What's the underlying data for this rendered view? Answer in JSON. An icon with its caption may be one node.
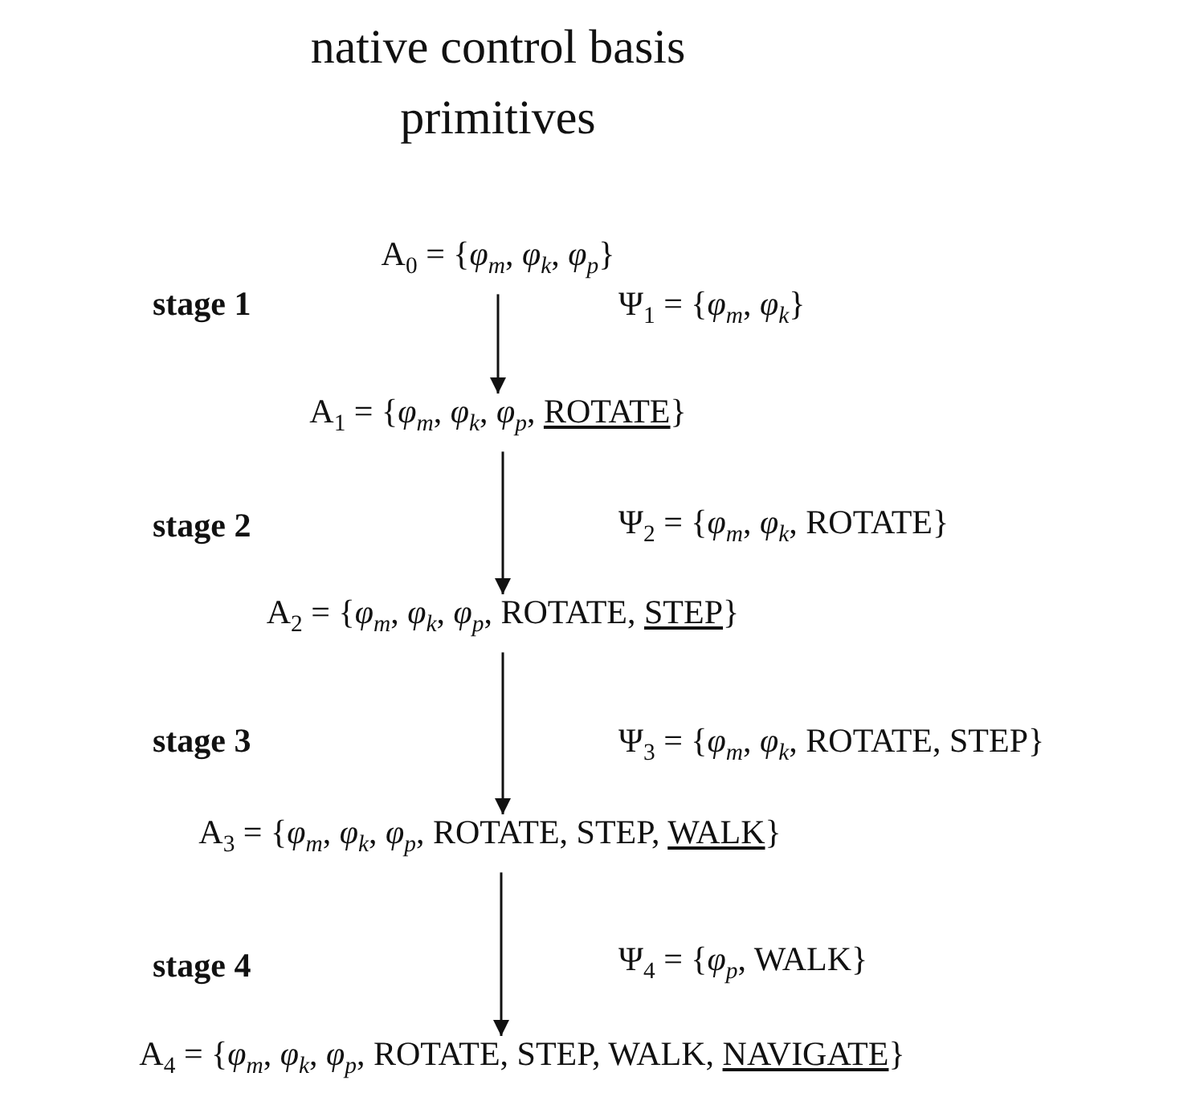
{
  "diagram": {
    "title": "native control basis primitives",
    "nodes": [
      {
        "text": [
          "A$_{0}$ = {*φ*$_{m}$, *φ*$_{k}$, *φ*$_{p}$}"
        ]
      },
      {
        "text": [
          "A$_{1}$ = {*φ*$_{m}$, *φ*$_{k}$, *φ*$_{p}$, ROTATE}"
        ]
      },
      {
        "text": [
          "A$_{2}$ = {*φ*$_{m}$, *φ*$_{k}$, *φ*$_{p}$, ROTATE, STEP}"
        ]
      },
      {
        "text": [
          "A$_{3}$ = {*φ*$_{m}$, *φ*$_{k}$, *φ*$_{p}$, ROTATE, STEP, WALK}"
        ]
      },
      {
        "text": [
          "A$_{4}$ = {*φ*$_{m}$, *φ*$_{k}$, *φ*$_{p}$, ROTATE, STEP, WALK, NAVIGATE}"
        ]
      }
    ],
    "edges": [
      {
        "from": 0,
        "to": 1,
        "arrow": "to"
      },
      {
        "from": 1,
        "to": 2,
        "arrow": "to"
      },
      {
        "from": 2,
        "to": 3,
        "arrow": "to"
      },
      {
        "from": 3,
        "to": 4,
        "arrow": "to"
      }
    ],
    "labels": [
      "stage 1",
      "Ψ$_{1}$ = {*φ*$_{m}$, *φ*$_{k}$}",
      "stage 2",
      "Ψ$_{2}$ = {*φ*$_{m}$, *φ*$_{k}$, ROTATE}",
      "stage 3",
      "Ψ$_{3}$ = {*φ*$_{m}$, *φ*$_{k}$, ROTATE, STEP}",
      "stage 4",
      "Ψ$_{4}$ = {*φ*$_{p}$, WALK}"
    ]
  }
}
